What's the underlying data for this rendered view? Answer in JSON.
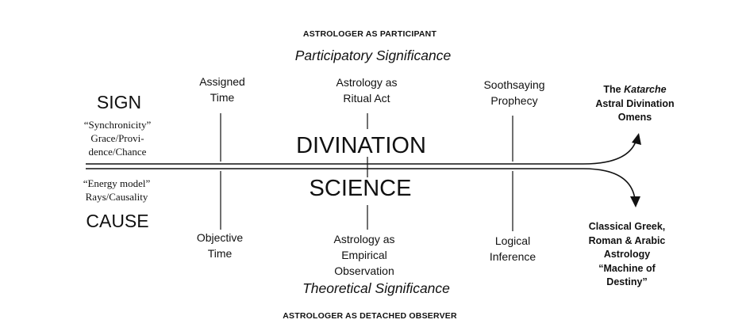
{
  "top": {
    "caption": "ASTROLOGER AS PARTICIPANT",
    "significance": "Participatory Significance",
    "assigned_time": "Assigned\nTime",
    "ritual_act": "Astrology as\nRitual Act",
    "soothsaying": "Soothsaying\nProphecy",
    "katarche_pre": "The ",
    "katarche_em": "Katarche",
    "katarche_post": "\nAstral Divination\nOmens",
    "divination": "DIVINATION"
  },
  "bottom": {
    "caption": "ASTROLOGER AS DETACHED OBSERVER",
    "significance": "Theoretical Significance",
    "objective_time": "Objective\nTime",
    "empirical": "Astrology as\nEmpirical\nObservation",
    "logical": "Logical\nInference",
    "classical": "Classical Greek,\nRoman & Arabic\nAstrology\n“Machine of\nDestiny”",
    "science": "SCIENCE"
  },
  "left": {
    "sign": "SIGN",
    "sign_desc": "“Synchronicity”\nGrace/Provi-\ndence/Chance",
    "energy_desc": "“Energy model”\nRays/Causality",
    "cause": "CAUSE"
  }
}
